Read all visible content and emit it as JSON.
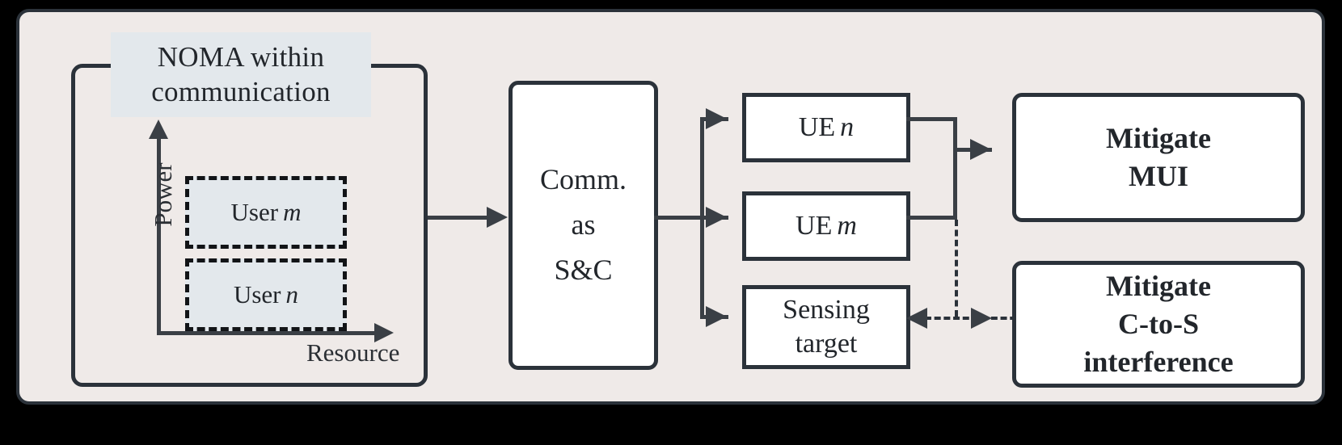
{
  "figure": {
    "panel_bg": "#efeae8",
    "stroke": "#2b323a",
    "highlight_fill": "#e3e8ec",
    "box_fill": "#ffffff"
  },
  "noma_block": {
    "title_line1": "NOMA within",
    "title_line2": "communication",
    "y_axis_label": "Power",
    "x_axis_label": "Resource",
    "slots": [
      {
        "name": "user-m",
        "label": "User",
        "symbol": "m"
      },
      {
        "name": "user-n",
        "label": "User",
        "symbol": "n"
      }
    ]
  },
  "comm_block": {
    "line1": "Comm.",
    "line2": "as",
    "line3": "S&C"
  },
  "targets": [
    {
      "name": "ue-n",
      "label": "UE",
      "symbol": "n"
    },
    {
      "name": "ue-m",
      "label": "UE",
      "symbol": "m"
    },
    {
      "name": "sensing",
      "line1": "Sensing",
      "line2": "target"
    }
  ],
  "mitigations": [
    {
      "name": "mitigate-mui",
      "line1": "Mitigate",
      "line2": "MUI",
      "line3": ""
    },
    {
      "name": "mitigate-cts",
      "line1": "Mitigate",
      "line2": "C-to-S",
      "line3": "interference"
    }
  ]
}
